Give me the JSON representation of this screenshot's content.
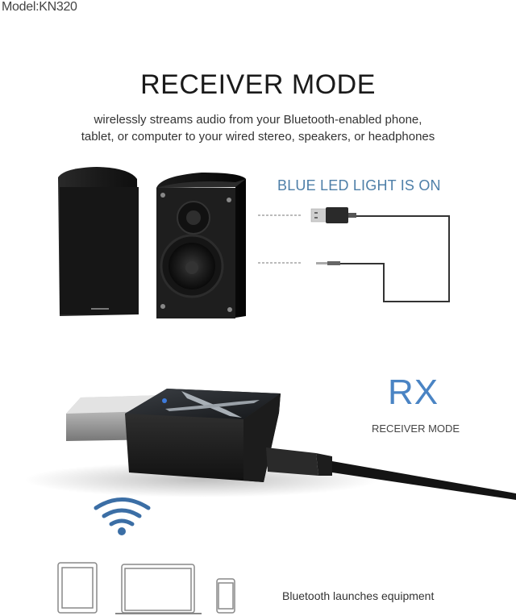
{
  "header": {
    "model_label": "Model:KN320",
    "title": "RECEIVER MODE",
    "subtitle_line1": "wirelessly streams audio from your Bluetooth-enabled phone,",
    "subtitle_line2": "tablet, or computer to your wired stereo, speakers, or headphones"
  },
  "diagram": {
    "led_label": "BLUE LED LIGHT IS ON",
    "led_color": "#4e7fa8",
    "connectors": [
      "usb-plug",
      "3.5mm-audio-jack"
    ],
    "devices": [
      "speaker-grille-front",
      "speaker-driver-front"
    ]
  },
  "mode": {
    "code": "RX",
    "label": "RECEIVER MODE",
    "accent_color": "#4a84c4"
  },
  "source": {
    "icons": [
      "wifi-icon",
      "tablet-icon",
      "laptop-icon",
      "phone-icon"
    ],
    "caption": "Bluetooth launches equipment",
    "wifi_color": "#3b6ea5"
  }
}
